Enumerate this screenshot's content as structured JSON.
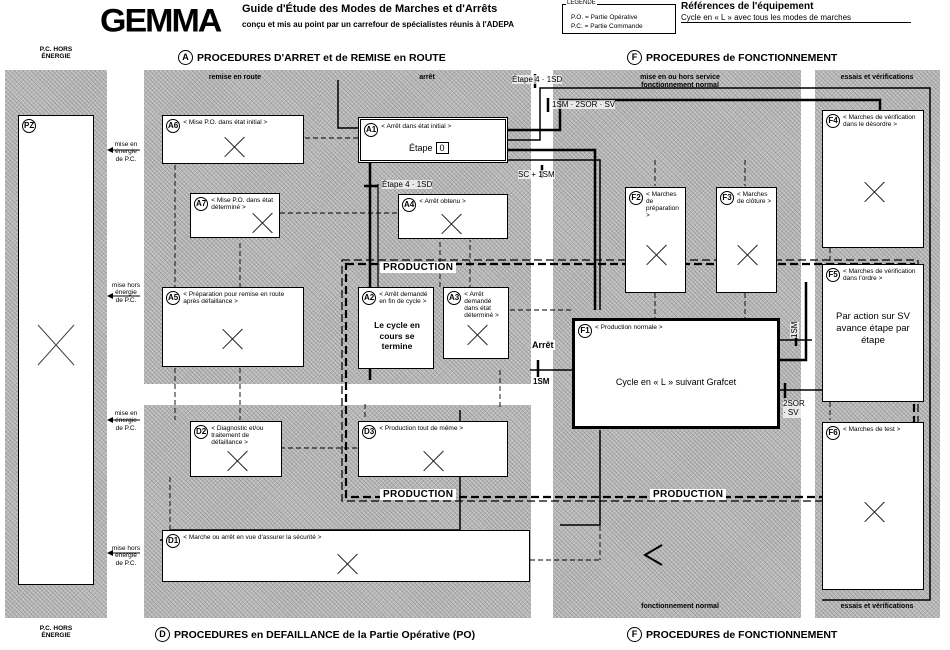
{
  "header": {
    "logo": "GEMMA",
    "title": "Guide d'Étude des Modes de Marches et d'Arrêts",
    "subtitle": "conçu et mis au point par un carrefour de spécialistes réunis à l'ADEPA",
    "legend_title": "LEGENDE",
    "legend_po": "P.O. = Partie Opérative",
    "legend_pc": "P.C. = Partie Commande",
    "ref_title": "Références de l'équipement",
    "ref_value": "Cycle en « L » avec tous les modes de marches"
  },
  "sections": {
    "a_letter": "A",
    "a_title": "PROCEDURES D'ARRET et de REMISE en ROUTE",
    "f_letter": "F",
    "f_title": "PROCEDURES de FONCTIONNEMENT",
    "d_letter": "D",
    "d_title": "PROCEDURES en DEFAILLANCE de la Partie Opérative (PO)"
  },
  "pc_hors_energie": "P.C. HORS ÉNERGIE",
  "side_labels": {
    "mise_en_energie": "mise en énergie",
    "de_pc": "de P.C.",
    "mise_hors_energie": "mise hors énergie"
  },
  "zone_labels": {
    "remise_en_route": "remise en route",
    "arret": "arrêt",
    "mise_en_service": "mise en ou hors service",
    "fonctionnement_normal": "fonctionnement normal",
    "essais": "essais et vérifications"
  },
  "states": {
    "pz": {
      "id": "PZ"
    },
    "a1": {
      "id": "A1",
      "title": "< Arrêt dans état initial >",
      "etape_label": "Étape",
      "etape_value": "0"
    },
    "a2": {
      "id": "A2",
      "title": "< Arrêt demandé en fin de cycle >",
      "body": "Le cycle en cours se termine"
    },
    "a3": {
      "id": "A3",
      "title": "< Arrêt demandé dans état déterminé >"
    },
    "a4": {
      "id": "A4",
      "title": "< Arrêt obtenu >"
    },
    "a5": {
      "id": "A5",
      "title": "< Préparation pour remise en route après défaillance >"
    },
    "a6": {
      "id": "A6",
      "title": "< Mise P.O. dans état initial >"
    },
    "a7": {
      "id": "A7",
      "title": "< Mise P.O. dans état déterminé >"
    },
    "d1": {
      "id": "D1",
      "title": "< Marche ou arrêt en vue d'assurer la sécurité >"
    },
    "d2": {
      "id": "D2",
      "title": "< Diagnostic et/ou traitement de défaillance >"
    },
    "d3": {
      "id": "D3",
      "title": "< Production tout de même >"
    },
    "f1": {
      "id": "F1",
      "title": "< Production normale >",
      "body": "Cycle en « L » suivant Grafcet"
    },
    "f2": {
      "id": "F2",
      "title": "< Marches de préparation >"
    },
    "f3": {
      "id": "F3",
      "title": "< Marches de clôture >"
    },
    "f4": {
      "id": "F4",
      "title": "< Marches de vérification dans le désordre >"
    },
    "f5": {
      "id": "F5",
      "title": "< Marches de vérification dans l'ordre >",
      "body": "Par action sur SV avance étape par étape"
    },
    "f6": {
      "id": "F6",
      "title": "< Marches de test >"
    }
  },
  "production_label": "PRODUCTION",
  "conditions": {
    "etape4_1sd_top": "Étape 4 · 1SD",
    "etape4_1sd_mid": "Étape 4 · 1SD",
    "sm_condition": "1SM · 2SOR · SV",
    "sc_1sm": "SC + 1SM",
    "arret": "Arrêt",
    "one_sm": "1SM",
    "ssm": "1SM",
    "sor_sv": "2SOR · SV"
  },
  "bottom_labels": {
    "fonctionnement_normal": "fonctionnement normal",
    "essais": "essais et vérifications"
  }
}
